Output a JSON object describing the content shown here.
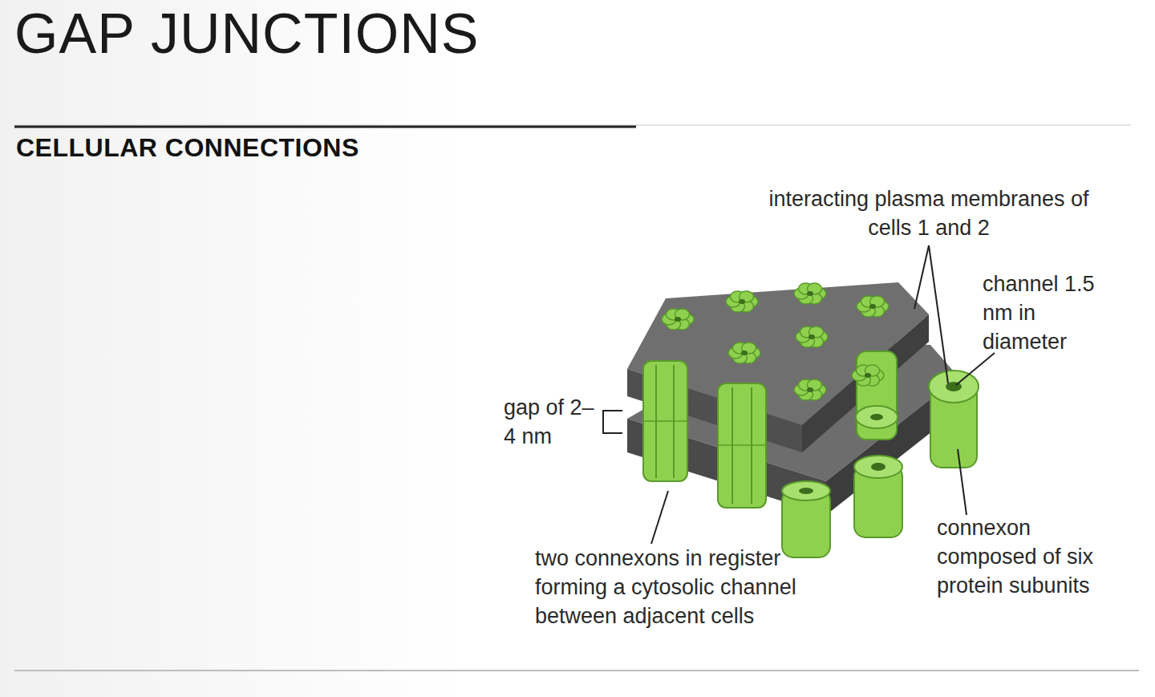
{
  "diagram": {
    "title": "GAP JUNCTIONS",
    "labels": [
      "CELLULAR CONNECTIONS",
      "interacting plasma membranes of cells 1 and 2",
      "channel 1.5 nm in diameter",
      "gap of 2–4 nm",
      "two connexons in register forming a cytosolic channel between adjacent cells",
      "connexon composed of six protein subunits"
    ]
  }
}
